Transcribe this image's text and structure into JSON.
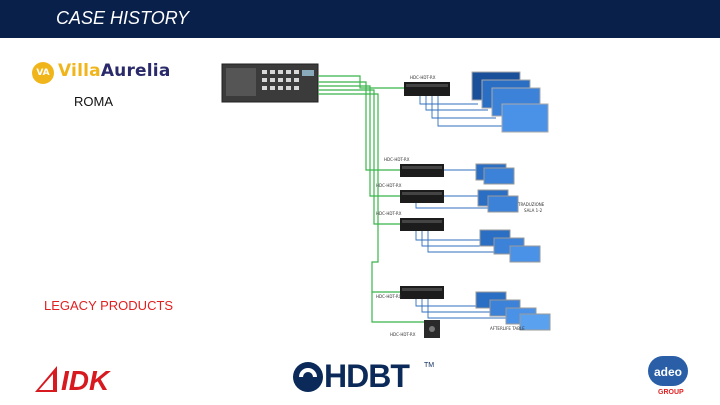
{
  "header": {
    "title": "CASE HISTORY"
  },
  "client": {
    "logo_text_part1": "Villa",
    "logo_text_part2": "Aurelia",
    "badge_text": "VA",
    "city": "ROMA"
  },
  "legacy_label": "LEGACY PRODUCTS",
  "diagram": {
    "device_labels": [
      "HDC-HDT-RX",
      "HDC-HDT-RX",
      "HDC-HDT-RX",
      "HDC-HDT-RX",
      "HDC-HDT-RX",
      "HDC-HDT-RX"
    ],
    "station_label_1": "TRADUZIONE",
    "station_label_2": "SALA 1-2",
    "bottom_label": "AFTERLIFE TABLE"
  },
  "logos": {
    "idk": "IDK",
    "hdbt": "HDBT",
    "hdbt_tm": "TM",
    "adeo": "adeo",
    "adeo_group": "GROUP"
  },
  "colors": {
    "header_bg": "#08204a",
    "connector_green": "#39b54a",
    "connector_blue": "#2f6fbf",
    "legacy_red": "#e02020",
    "villa_gold": "#f1b51c"
  }
}
